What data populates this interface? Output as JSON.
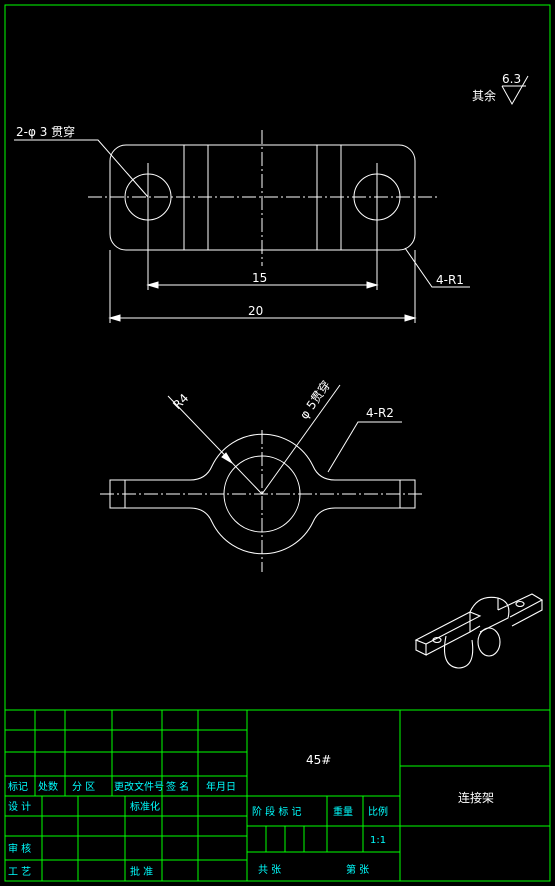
{
  "drawing": {
    "roughness_label": "其余",
    "roughness_value": "6.3",
    "hole_note": "2-φ 3 贯穿",
    "dim_15": "15",
    "dim_20": "20",
    "fillet_r1": "4-R1",
    "radius_r4": "R4",
    "bore_note": "φ 5贯穿",
    "fillet_r2": "4-R2"
  },
  "title_block": {
    "material": "45#",
    "part_name": "连接架",
    "h_mark": "标记",
    "h_count": "处数",
    "h_zone": "分 区",
    "h_docno": "更改文件号",
    "h_sign": "签 名",
    "h_date": "年月日",
    "design": "设 计",
    "standard": "标准化",
    "stage_mark": "阶 段 标 记",
    "weight": "重量",
    "scale_label": "比例",
    "scale_value": "1:1",
    "review": "审 核",
    "process": "工 艺",
    "approve": "批 准",
    "sheets_total": "共  张",
    "sheet_no": "第  张"
  },
  "colors": {
    "background": "#000000",
    "border": "#00ff00",
    "geometry": "#ffffff",
    "table_text": "#00ffff"
  }
}
